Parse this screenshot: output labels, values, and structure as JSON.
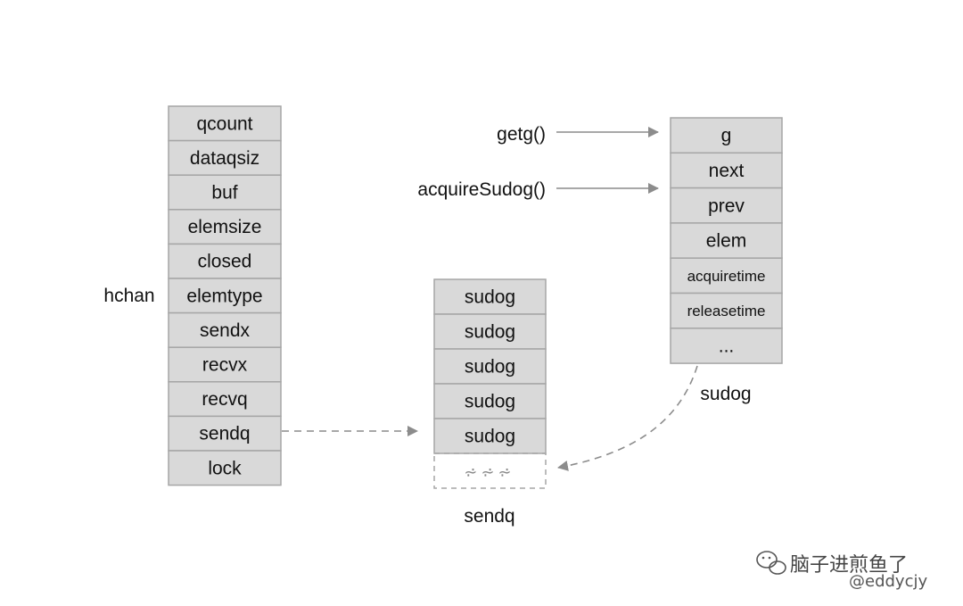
{
  "colors": {
    "cell_fill": "#d9d9d9",
    "cell_stroke": "#a6a6a6",
    "arrow": "#8c8c8c",
    "text": "#111111"
  },
  "hchan": {
    "label": "hchan",
    "fields": [
      "qcount",
      "dataqsiz",
      "buf",
      "elemsize",
      "closed",
      "elemtype",
      "sendx",
      "recvx",
      "recvq",
      "sendq",
      "lock"
    ]
  },
  "sendq_list": {
    "label": "sendq",
    "items": [
      "sudog",
      "sudog",
      "sudog",
      "sudog",
      "sudog"
    ],
    "continuation": "⩫⩫⩫"
  },
  "sudog": {
    "label": "sudog",
    "fields": [
      "g",
      "next",
      "prev",
      "elem",
      "acquiretime",
      "releasetime",
      "..."
    ]
  },
  "functions": {
    "getg": "getg()",
    "acquire_sudog": "acquireSudog()"
  },
  "watermark": {
    "name": "脑子进煎鱼了",
    "handle": "@eddycjy",
    "icon": "wechat-icon"
  }
}
